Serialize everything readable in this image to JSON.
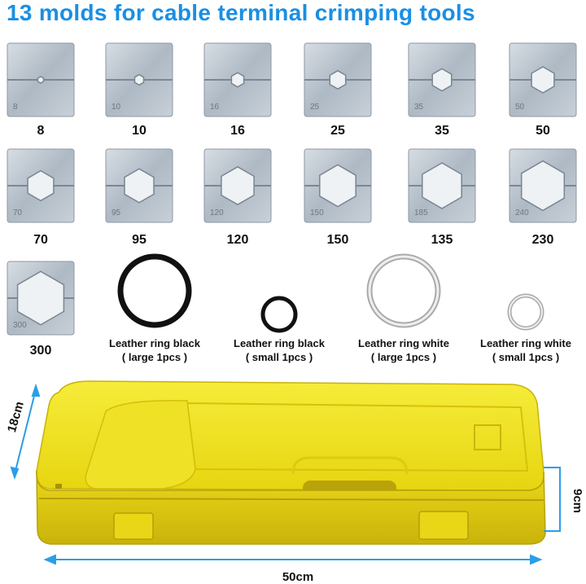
{
  "title": "13 molds for cable terminal crimping tools",
  "accent_color": "#1a8fe3",
  "molds": [
    {
      "label": "8",
      "stamp": "8"
    },
    {
      "label": "10",
      "stamp": "10"
    },
    {
      "label": "16",
      "stamp": "16"
    },
    {
      "label": "25",
      "stamp": "25"
    },
    {
      "label": "35",
      "stamp": "35"
    },
    {
      "label": "50",
      "stamp": "50"
    },
    {
      "label": "70",
      "stamp": "70"
    },
    {
      "label": "95",
      "stamp": "95"
    },
    {
      "label": "120",
      "stamp": "120"
    },
    {
      "label": "150",
      "stamp": "150"
    },
    {
      "label": "135",
      "stamp": "185"
    },
    {
      "label": "230",
      "stamp": "240"
    },
    {
      "label": "300",
      "stamp": "300"
    }
  ],
  "rings": [
    {
      "line1": "Leather ring black",
      "line2": "( large 1pcs )",
      "color": "#111111"
    },
    {
      "line1": "Leather ring black",
      "line2": "( small 1pcs )",
      "color": "#111111"
    },
    {
      "line1": "Leather ring white",
      "line2": "( large 1pcs )",
      "color": "#d9d9d9"
    },
    {
      "line1": "Leather ring white",
      "line2": "( small 1pcs )",
      "color": "#d9d9d9"
    }
  ],
  "case": {
    "color": "#f3e519",
    "width_label": "50cm",
    "depth_label": "18cm",
    "height_label": "9cm"
  }
}
